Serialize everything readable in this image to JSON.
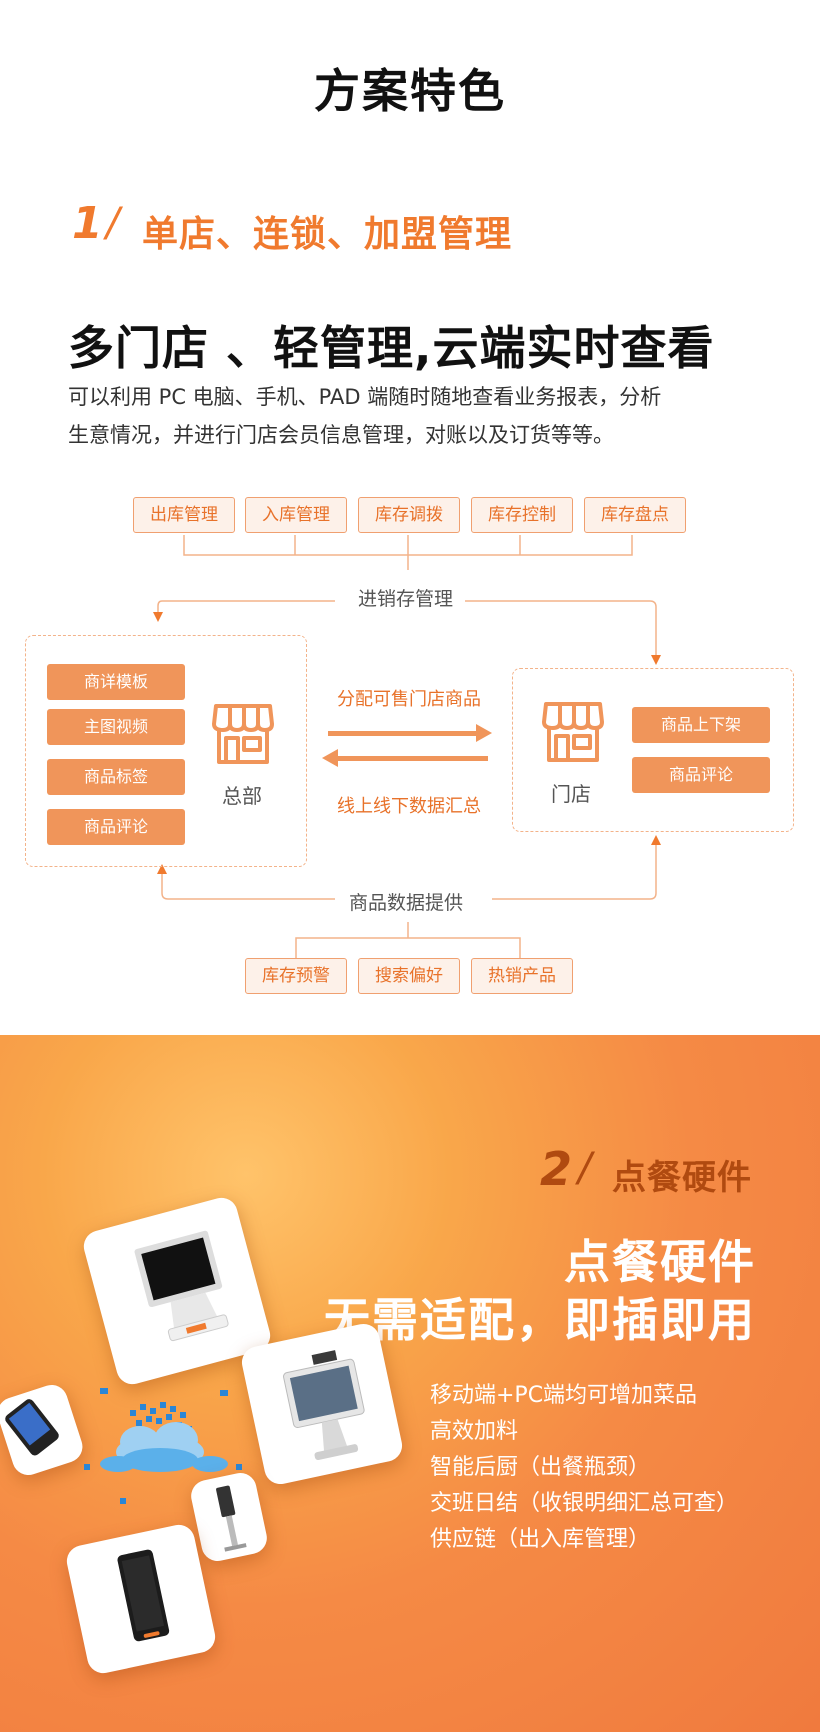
{
  "page_title": "方案特色",
  "section1": {
    "number": "1",
    "slash": "/",
    "title": "单店、连锁、加盟管理",
    "headline": "多门店 、轻管理,云端实时查看",
    "description": [
      "可以利用 PC 电脑、手机、PAD 端随时随地查看业务报表，分析",
      "生意情况，并进行门店会员信息管理，对账以及订货等等。"
    ]
  },
  "diagram": {
    "top_chips": [
      "出库管理",
      "入库管理",
      "库存调拨",
      "库存控制",
      "库存盘点"
    ],
    "top_label": "进销存管理",
    "hq_items": [
      "商详模板",
      "主图视频",
      "商品标签",
      "商品评论"
    ],
    "hq_label": "总部",
    "arrow_top_label": "分配可售门店商品",
    "arrow_bottom_label": "线上线下数据汇总",
    "store_label": "门店",
    "store_items": [
      "商品上下架",
      "商品评论"
    ],
    "bottom_label": "商品数据提供",
    "bottom_chips": [
      "库存预警",
      "搜索偏好",
      "热销产品"
    ],
    "colors": {
      "accent": "#f07a2e",
      "pill": "#f0955a",
      "chip_bg": "#fdf1e9"
    },
    "icons": [
      "storefront-icon"
    ]
  },
  "section2": {
    "number": "2",
    "slash": "/",
    "title": "点餐硬件",
    "headline1": "点餐硬件",
    "headline2": "无需适配，即插即用",
    "features": [
      "移动端+PC端均可增加菜品",
      "高效加料",
      "智能后厨（出餐瓶颈）",
      "交班日结（收银明细汇总可查）",
      "供应链（出入库管理）"
    ],
    "colors": {
      "bg": "#f58a45",
      "title": "#b04a10"
    },
    "icons": [
      "pos-terminal-icon",
      "handheld-pos-icon",
      "cloud-network-icon",
      "kiosk-icon",
      "self-service-terminal-icon",
      "smartphone-icon"
    ]
  }
}
